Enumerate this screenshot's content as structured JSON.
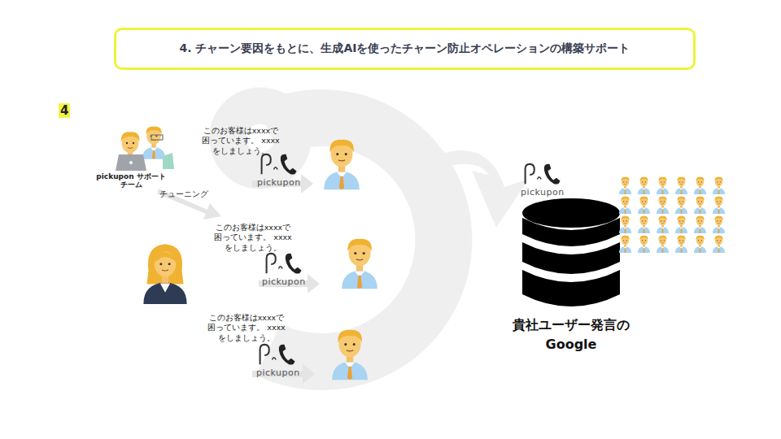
{
  "diagram": {
    "title": "4. チャーン要因をもとに、生成AIを使ったチャーン防止オペレーションの構築サポート",
    "nodes": [
      {
        "text": [
          "pickupon サポートチーム"
        ]
      },
      {
        "text": [
          "貴社ユーザー発言の Google"
        ]
      }
    ],
    "labels": [
      "4",
      "チューニング",
      "このお客様はxxxxで 困っています。 xxxxをしましょう。",
      "このお客様はxxxxで 困っています。 xxxxをしましょう。",
      "このお客様はxxxxで 困っています。 xxxxをしましょう。",
      "pickupon",
      "pickupon",
      "pickupon",
      "pickupon"
    ]
  }
}
